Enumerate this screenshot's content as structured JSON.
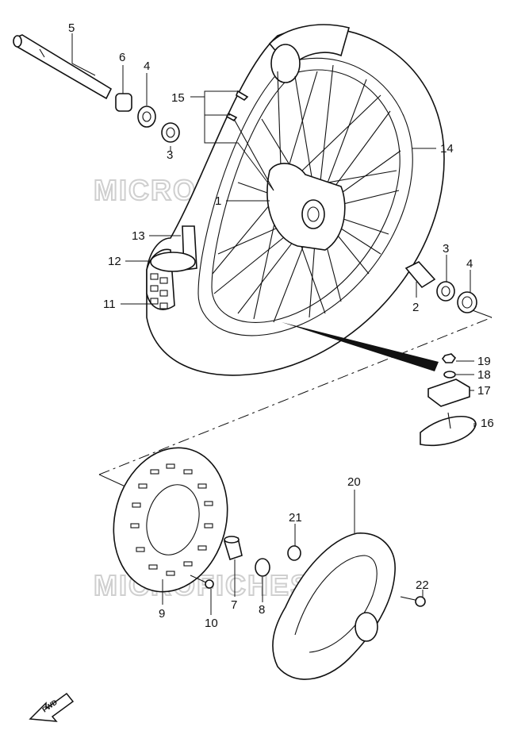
{
  "watermark": {
    "text": "MICROFICHES.NET"
  },
  "callouts": {
    "c1": "1",
    "c2a": "2",
    "c3a": "3",
    "c3b": "3",
    "c4a": "4",
    "c4b": "4",
    "c5": "5",
    "c6": "6",
    "c7": "7",
    "c8": "8",
    "c9": "9",
    "c10": "10",
    "c11": "11",
    "c12": "12",
    "c13": "13",
    "c14": "14",
    "c15": "15",
    "c16": "16",
    "c17": "17",
    "c18": "18",
    "c19": "19",
    "c20": "20",
    "c21": "21",
    "c22": "22"
  },
  "fwd_badge": "FWD",
  "icons": {
    "fwd": "fwd-arrow-icon"
  }
}
